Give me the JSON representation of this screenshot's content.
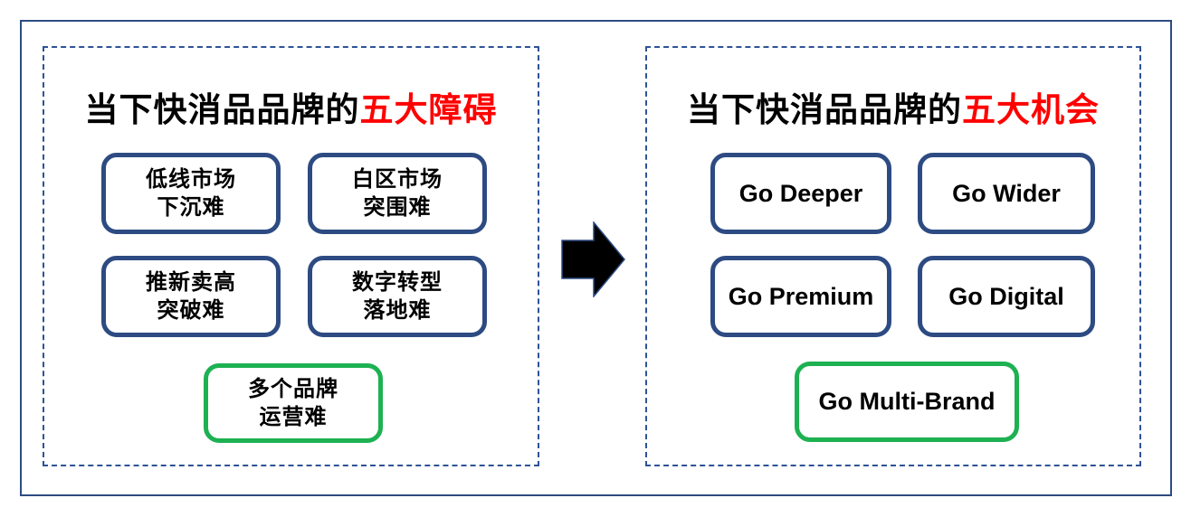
{
  "colors": {
    "background": "#ffffff",
    "frame_border": "#2d4b82",
    "panel_dashed_border": "#2e5395",
    "box_border_blue": "#2d4b82",
    "box_border_green": "#1db152",
    "title_text": "#000000",
    "title_highlight": "#ff0000",
    "box_text": "#000000",
    "arrow_fill": "#000000",
    "arrow_outline": "#2d4b82"
  },
  "left_panel": {
    "title_prefix": "当下快消品品牌的",
    "title_highlight": "五大障碍",
    "boxes": [
      {
        "lines": [
          "低线市场",
          "下沉难"
        ],
        "style": "blue"
      },
      {
        "lines": [
          "白区市场",
          "突围难"
        ],
        "style": "blue"
      },
      {
        "lines": [
          "推新卖高",
          "突破难"
        ],
        "style": "blue"
      },
      {
        "lines": [
          "数字转型",
          "落地难"
        ],
        "style": "blue"
      },
      {
        "lines": [
          "多个品牌",
          "运营难"
        ],
        "style": "green"
      }
    ]
  },
  "arrow": {
    "icon": "right-arrow-icon",
    "direction": "right"
  },
  "right_panel": {
    "title_prefix": "当下快消品品牌的",
    "title_highlight": "五大机会",
    "boxes": [
      {
        "label": "Go Deeper",
        "style": "blue"
      },
      {
        "label": "Go Wider",
        "style": "blue"
      },
      {
        "label": "Go Premium",
        "style": "blue"
      },
      {
        "label": "Go Digital",
        "style": "blue"
      },
      {
        "label": "Go Multi-Brand",
        "style": "green"
      }
    ]
  }
}
